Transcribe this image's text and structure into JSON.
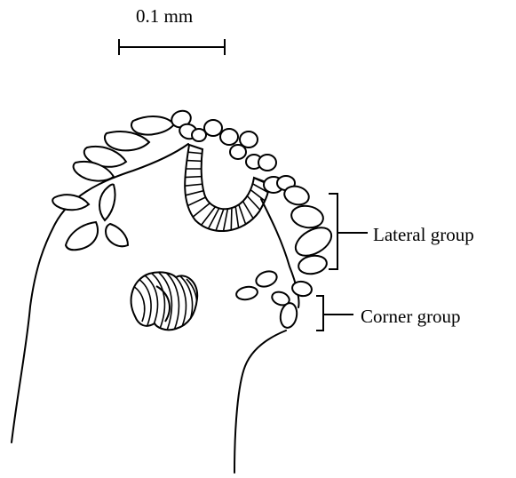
{
  "scale_bar": {
    "label": "0.1 mm"
  },
  "labels": {
    "lateral_group": "Lateral group",
    "corner_group": "Corner group"
  },
  "colors": {
    "ink": "#000000",
    "background": "#ffffff"
  }
}
